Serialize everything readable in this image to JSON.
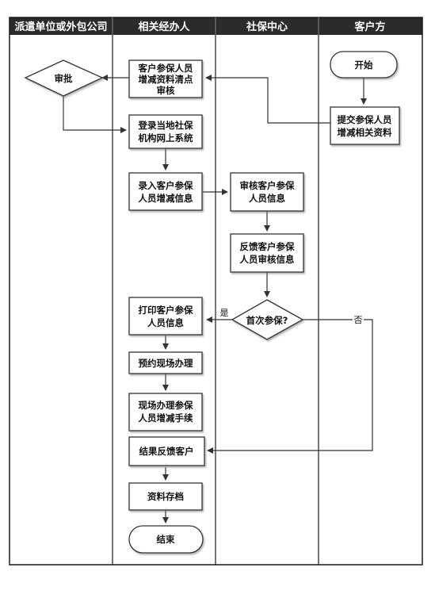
{
  "lanes": [
    {
      "id": "dispatch",
      "title": "派遣单位或外包公司"
    },
    {
      "id": "handler",
      "title": "相关经办人"
    },
    {
      "id": "social",
      "title": "社保中心"
    },
    {
      "id": "client",
      "title": "客户方"
    }
  ],
  "nodes": {
    "start": {
      "lines": [
        "开始"
      ],
      "shape": "terminator"
    },
    "submit": {
      "lines": [
        "提交参保人员",
        "增减相关资料"
      ],
      "shape": "process"
    },
    "audit_list": {
      "lines": [
        "客户参保人员",
        "增减资料清点",
        "审核"
      ],
      "shape": "process"
    },
    "approve": {
      "lines": [
        "审批"
      ],
      "shape": "decision"
    },
    "login": {
      "lines": [
        "登录当地社保",
        "机构网上系统"
      ],
      "shape": "process"
    },
    "enter": {
      "lines": [
        "录入客户参保",
        "人员增减信息"
      ],
      "shape": "process"
    },
    "review": {
      "lines": [
        "审核客户参保",
        "人员信息"
      ],
      "shape": "process"
    },
    "feedback_review": {
      "lines": [
        "反馈客户参保",
        "人员审核信息"
      ],
      "shape": "process"
    },
    "first_time": {
      "lines": [
        "首次参保?"
      ],
      "shape": "decision"
    },
    "print": {
      "lines": [
        "打印客户参保",
        "人员信息"
      ],
      "shape": "process"
    },
    "reserve": {
      "lines": [
        "预约现场办理"
      ],
      "shape": "process"
    },
    "onsite": {
      "lines": [
        "现场办理参保",
        "人员增减手续"
      ],
      "shape": "process"
    },
    "feedback_client": {
      "lines": [
        "结果反馈客户"
      ],
      "shape": "process"
    },
    "archive": {
      "lines": [
        "资料存档"
      ],
      "shape": "process"
    },
    "end": {
      "lines": [
        "结束"
      ],
      "shape": "terminator"
    }
  },
  "edges": [
    {
      "from": "start",
      "to": "submit",
      "label": ""
    },
    {
      "from": "submit",
      "to": "audit_list",
      "label": ""
    },
    {
      "from": "audit_list",
      "to": "approve",
      "label": ""
    },
    {
      "from": "approve",
      "to": "login",
      "label": ""
    },
    {
      "from": "login",
      "to": "enter",
      "label": ""
    },
    {
      "from": "enter",
      "to": "review",
      "label": ""
    },
    {
      "from": "review",
      "to": "feedback_review",
      "label": ""
    },
    {
      "from": "feedback_review",
      "to": "first_time",
      "label": ""
    },
    {
      "from": "first_time",
      "to": "print",
      "label": "是"
    },
    {
      "from": "first_time",
      "to": "feedback_client",
      "label": "否"
    },
    {
      "from": "print",
      "to": "reserve",
      "label": ""
    },
    {
      "from": "reserve",
      "to": "onsite",
      "label": ""
    },
    {
      "from": "feedback_client",
      "to": "archive",
      "label": ""
    },
    {
      "from": "archive",
      "to": "end",
      "label": ""
    }
  ],
  "colors": {
    "header_bg": "#2b2b2b",
    "header_text": "#ffffff",
    "lane_border": "#1a1a1a",
    "box_fill": "#ffffff",
    "box_stroke": "#333333",
    "connector": "#333333"
  }
}
